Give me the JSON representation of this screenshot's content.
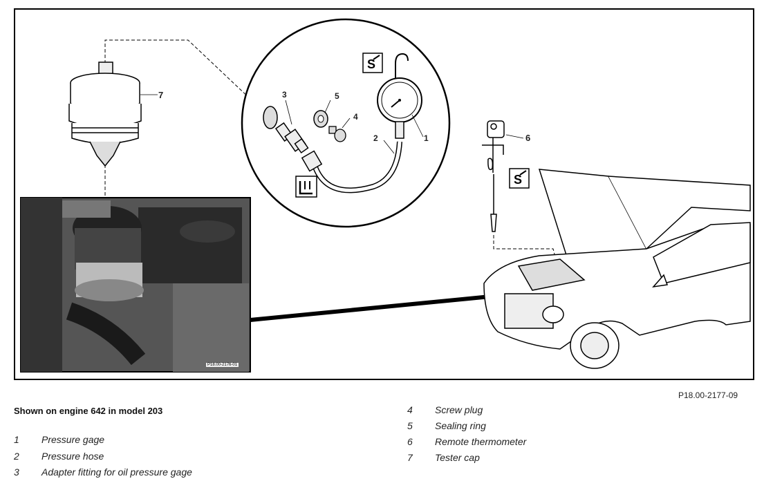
{
  "figure": {
    "reference": "P18.00-2177-09",
    "photo_reference": "P18.00-2176-01",
    "callouts": [
      "1",
      "2",
      "3",
      "4",
      "5",
      "6",
      "7"
    ]
  },
  "caption": "Shown on engine 642 in model 203",
  "legend_left": [
    {
      "num": "1",
      "text": "Pressure gage"
    },
    {
      "num": "2",
      "text": "Pressure hose"
    },
    {
      "num": "3",
      "text": "Adapter fitting for oil pressure gage"
    }
  ],
  "legend_right": [
    {
      "num": "4",
      "text": "Screw plug"
    },
    {
      "num": "5",
      "text": "Sealing ring"
    },
    {
      "num": "6",
      "text": "Remote thermometer"
    },
    {
      "num": "7",
      "text": "Tester cap"
    }
  ],
  "icons": [
    "special-tool-icon",
    "workshop-equipment-icon",
    "special-tool-icon"
  ]
}
